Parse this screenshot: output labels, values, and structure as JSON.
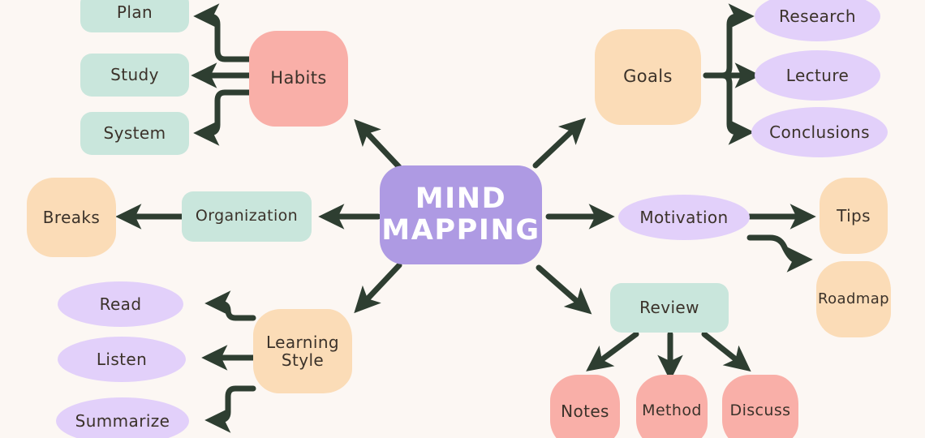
{
  "diagram": {
    "title": "Mind Mapping",
    "background_color": "#FCF7F3",
    "arrow_color": "#2E3E31",
    "text_color": "#3B322A",
    "center": {
      "line1": "MIND",
      "line2": "MAPPING",
      "color": "#AE9AE3",
      "text_color": "#FFFFFF"
    },
    "branches": [
      {
        "id": "habits",
        "label": "Habits",
        "color": "#F9AFA8",
        "shape": "blob",
        "children": [
          {
            "label": "Plan",
            "color": "#C9E6DC",
            "shape": "rect"
          },
          {
            "label": "Study",
            "color": "#C9E6DC",
            "shape": "rect"
          },
          {
            "label": "System",
            "color": "#C9E6DC",
            "shape": "rect"
          }
        ]
      },
      {
        "id": "goals",
        "label": "Goals",
        "color": "#FBDCB7",
        "shape": "blob",
        "children": [
          {
            "label": "Research",
            "color": "#E2D0FA",
            "shape": "ellipse"
          },
          {
            "label": "Lecture",
            "color": "#E2D0FA",
            "shape": "ellipse"
          },
          {
            "label": "Conclusions",
            "color": "#E2D0FA",
            "shape": "ellipse"
          }
        ]
      },
      {
        "id": "organization",
        "label": "Organization",
        "color": "#C9E6DC",
        "shape": "rect",
        "children": [
          {
            "label": "Breaks",
            "color": "#FBDCB7",
            "shape": "blob"
          }
        ]
      },
      {
        "id": "motivation",
        "label": "Motivation",
        "color": "#E2D0FA",
        "shape": "ellipse",
        "children": [
          {
            "label": "Tips",
            "color": "#FBDCB7",
            "shape": "blob"
          },
          {
            "label": "Roadmap",
            "color": "#FBDCB7",
            "shape": "blob"
          }
        ]
      },
      {
        "id": "learning-style",
        "label": "Learning Style",
        "label_line1": "Learning",
        "label_line2": "Style",
        "color": "#FBDCB7",
        "shape": "blob",
        "children": [
          {
            "label": "Read",
            "color": "#E2D0FA",
            "shape": "ellipse"
          },
          {
            "label": "Listen",
            "color": "#E2D0FA",
            "shape": "ellipse"
          },
          {
            "label": "Summarize",
            "color": "#E2D0FA",
            "shape": "ellipse"
          }
        ]
      },
      {
        "id": "review",
        "label": "Review",
        "color": "#C9E6DC",
        "shape": "rect",
        "children": [
          {
            "label": "Notes",
            "color": "#F9AFA8",
            "shape": "blob"
          },
          {
            "label": "Method",
            "color": "#F9AFA8",
            "shape": "blob"
          },
          {
            "label": "Discuss",
            "color": "#F9AFA8",
            "shape": "blob"
          }
        ]
      }
    ]
  }
}
